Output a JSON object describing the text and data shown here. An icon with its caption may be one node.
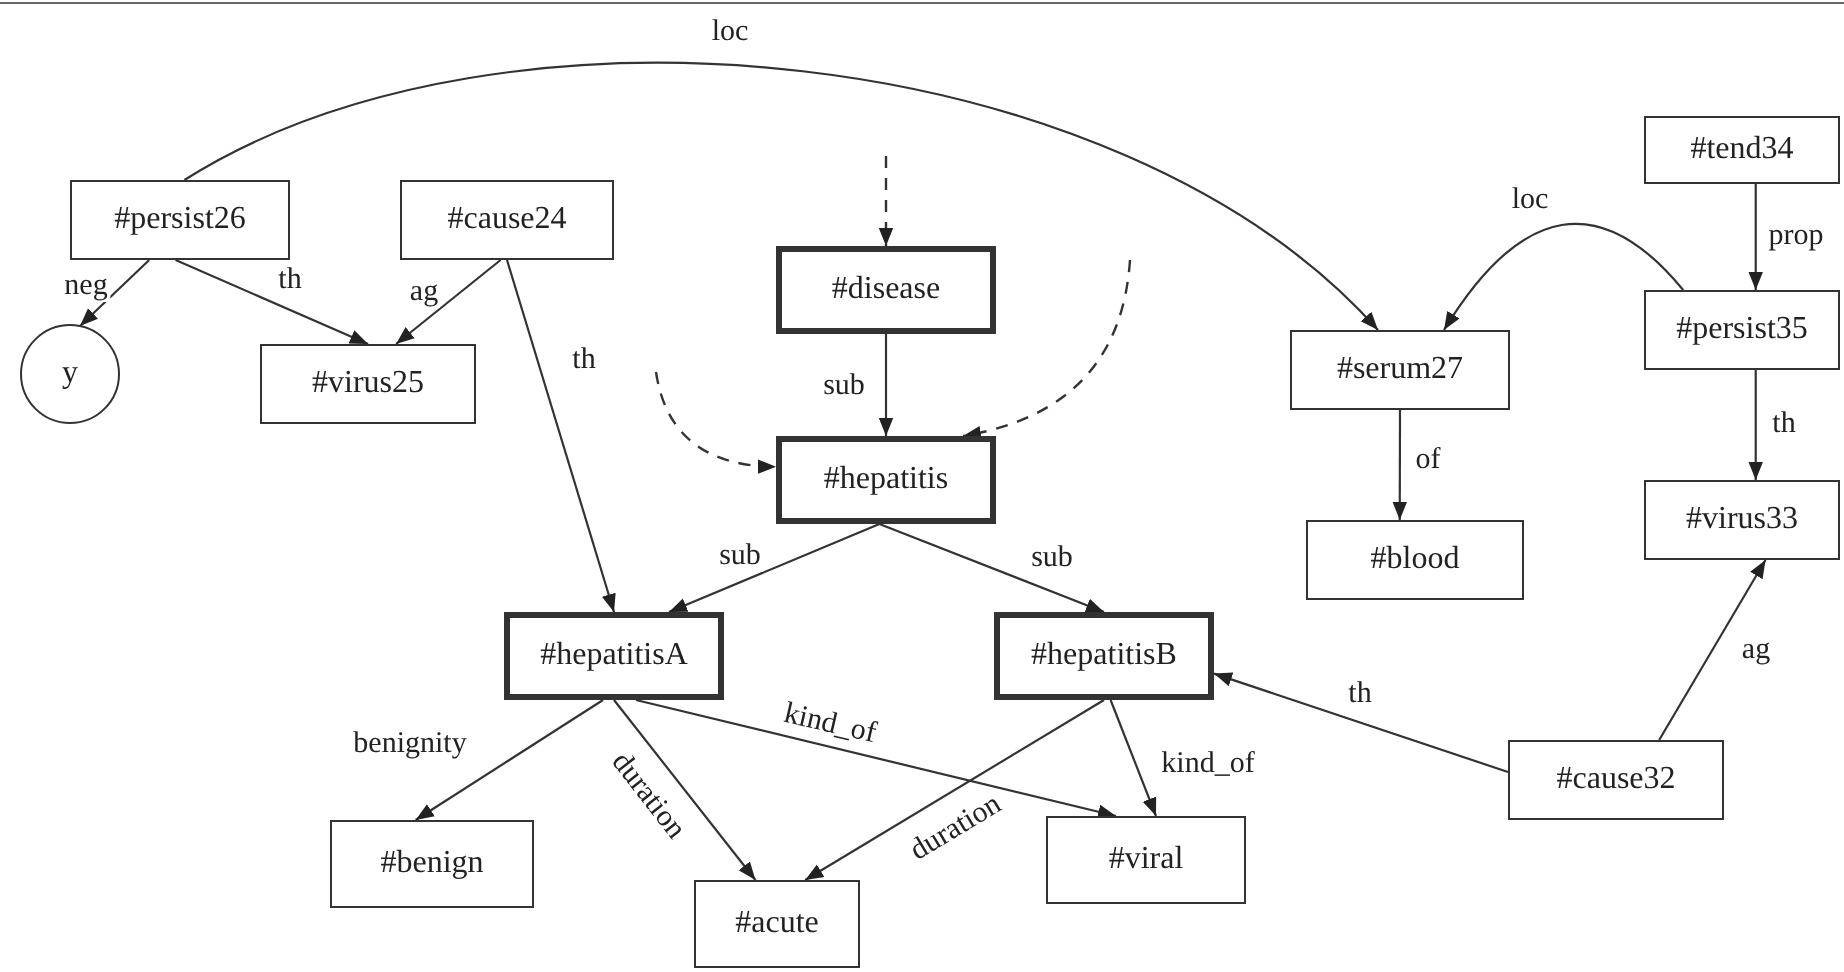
{
  "diagram": {
    "nodes": [
      {
        "text": [
          "#persist26"
        ]
      },
      {
        "text": [
          "#cause24"
        ]
      },
      {
        "text": [
          "y"
        ]
      },
      {
        "text": [
          "#virus25"
        ]
      },
      {
        "text": [
          "#disease"
        ]
      },
      {
        "text": [
          "#hepatitis"
        ]
      },
      {
        "text": [
          "#serum27"
        ]
      },
      {
        "text": [
          "#blood"
        ]
      },
      {
        "text": [
          "#tend34"
        ]
      },
      {
        "text": [
          "#persist35"
        ]
      },
      {
        "text": [
          "#virus33"
        ]
      },
      {
        "text": [
          "#hepatitisA"
        ]
      },
      {
        "text": [
          "#hepatitisB"
        ]
      },
      {
        "text": [
          "#cause32"
        ]
      },
      {
        "text": [
          "#benign"
        ]
      },
      {
        "text": [
          "#viral"
        ]
      },
      {
        "text": [
          "#acute"
        ]
      }
    ],
    "edges": [
      {
        "from": 0,
        "to": 6,
        "arrow": "to",
        "label": "loc"
      },
      {
        "from": 0,
        "to": 2,
        "arrow": "to",
        "label": "neg"
      },
      {
        "from": 0,
        "to": 3,
        "arrow": "to",
        "label": "th"
      },
      {
        "from": 1,
        "to": 3,
        "arrow": "to",
        "label": "ag"
      },
      {
        "from": 1,
        "to": 11,
        "arrow": "to",
        "label": "th"
      },
      {
        "from": null,
        "to": 4,
        "arrow": "to",
        "style": "dashed"
      },
      {
        "from": 4,
        "to": 5,
        "arrow": "to",
        "label": "sub"
      },
      {
        "from": null,
        "to": 5,
        "arrow": "to",
        "style": "dashed"
      },
      {
        "from": null,
        "to": 5,
        "arrow": "to",
        "style": "dashed"
      },
      {
        "from": 5,
        "to": 11,
        "arrow": "to",
        "label": "sub"
      },
      {
        "from": 5,
        "to": 12,
        "arrow": "to",
        "label": "sub"
      },
      {
        "from": 9,
        "to": 6,
        "arrow": "to",
        "label": "loc"
      },
      {
        "from": 8,
        "to": 9,
        "arrow": "to",
        "label": "prop"
      },
      {
        "from": 9,
        "to": 10,
        "arrow": "to",
        "label": "th"
      },
      {
        "from": 6,
        "to": 7,
        "arrow": "to",
        "label": "of"
      },
      {
        "from": 13,
        "to": 12,
        "arrow": "to",
        "label": "th"
      },
      {
        "from": 13,
        "to": 10,
        "arrow": "to",
        "label": "ag"
      },
      {
        "from": 11,
        "to": 14,
        "arrow": "to",
        "label": "benignity"
      },
      {
        "from": 11,
        "to": 16,
        "arrow": "to",
        "label": "duration"
      },
      {
        "from": 11,
        "to": 15,
        "arrow": "to",
        "label": "kind_of"
      },
      {
        "from": 12,
        "to": 16,
        "arrow": "to",
        "label": "duration"
      },
      {
        "from": 12,
        "to": 15,
        "arrow": "to",
        "label": "kind_of"
      }
    ]
  }
}
